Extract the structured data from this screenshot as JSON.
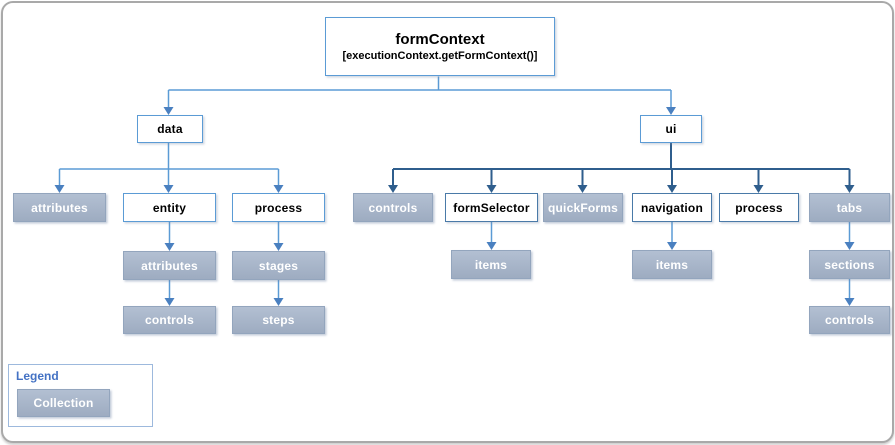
{
  "colors": {
    "line_light": "#5b9bd5",
    "arrow_light": "#4a80c0",
    "line_dark": "#2f5e8d",
    "collection_fill": "#a6b5cb",
    "collection_border": "#93a5bd",
    "white_box_border": "#5b9bd5",
    "ui_box_border": "#4a7aa8",
    "legend_border": "#9db9dd",
    "legend_title_color": "#4472c4",
    "frame_border": "#a9a9a9"
  },
  "root": {
    "title": "formContext",
    "subtitle": "[executionContext.getFormContext()]"
  },
  "nodes": {
    "data": "data",
    "ui": "ui",
    "data_attributes": "attributes",
    "entity": "entity",
    "data_process": "process",
    "entity_attributes": "attributes",
    "entity_controls": "controls",
    "process_stages": "stages",
    "process_steps": "steps",
    "ui_controls": "controls",
    "form_selector": "formSelector",
    "quick_forms": "quickForms",
    "navigation": "navigation",
    "ui_process": "process",
    "tabs": "tabs",
    "form_selector_items": "items",
    "navigation_items": "items",
    "tabs_sections": "sections",
    "tabs_controls": "controls"
  },
  "legend": {
    "title": "Legend",
    "items": [
      {
        "label": "Collection",
        "type": "collection"
      }
    ]
  }
}
